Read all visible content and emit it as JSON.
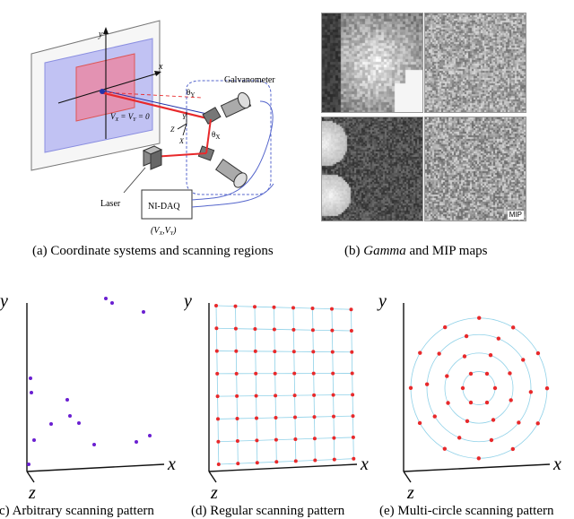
{
  "panel_a": {
    "caption": "(a) Coordinate systems and scanning regions",
    "axis_y": "y",
    "axis_x": "x",
    "galvanometer_label": "Galvanometer",
    "theta_y": "θ",
    "theta_y_sub": "Y",
    "theta_x": "θ",
    "theta_x_sub": "X",
    "vx_vy_zero": "V",
    "cap_X": "X",
    "cap_Y": "Y",
    "cap_Z": "Z",
    "laser_label": "Laser",
    "nidaq_label": "NI-DAQ",
    "voltage_label": "(V",
    "colors": {
      "outer_region": "#b7b8f2",
      "inner_region": "#e98aa6",
      "beam": "#e8292b",
      "galvo_box": "#5566cc"
    }
  },
  "panel_b": {
    "caption_italic": "Gamma",
    "caption_rest": " and MIP maps",
    "caption_prefix": "(b) ",
    "mip_tag": "MIP"
  },
  "panel_c": {
    "caption": "(c) Arbitrary scanning pattern",
    "axis_y": "y",
    "axis_x": "x",
    "axis_z": "z",
    "point_color": "#6a1fd1"
  },
  "panel_d": {
    "caption": "(d) Regular scanning pattern",
    "axis_y": "y",
    "axis_x": "x",
    "axis_z": "z",
    "point_color": "#e8292b",
    "grid_color": "#8fd1e8"
  },
  "panel_e": {
    "caption": "(e) Multi-circle scanning pattern",
    "axis_y": "y",
    "axis_x": "x",
    "axis_z": "z",
    "point_color": "#e8292b",
    "circle_color": "#8fd1e8"
  }
}
